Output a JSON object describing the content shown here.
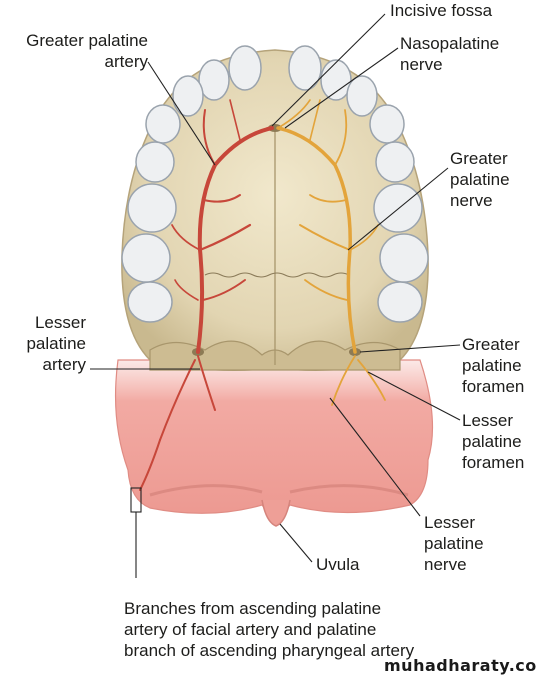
{
  "labels": {
    "greater_palatine_artery": "Greater palatine\nartery",
    "incisive_fossa": "Incisive fossa",
    "nasopalatine_nerve": "Nasopalatine\nnerve",
    "greater_palatine_nerve": "Greater\npalatine\nnerve",
    "lesser_palatine_artery": "Lesser\npalatine\nartery",
    "greater_palatine_foramen": "Greater\npalatine\nforamen",
    "lesser_palatine_foramen": "Lesser\npalatine\nforamen",
    "lesser_palatine_nerve": "Lesser\npalatine\nnerve",
    "uvula": "Uvula",
    "branches_caption": "Branches from ascending palatine\nartery of facial artery and palatine\nbranch of ascending pharyngeal artery"
  },
  "watermark": "muhadharaty.com",
  "colors": {
    "artery": "#c7473a",
    "nerve": "#e3a43b",
    "bone": "#ded2b0",
    "soft_palate": "#f0a5a0",
    "teeth": "#eef0f2",
    "leader": "#222222"
  }
}
